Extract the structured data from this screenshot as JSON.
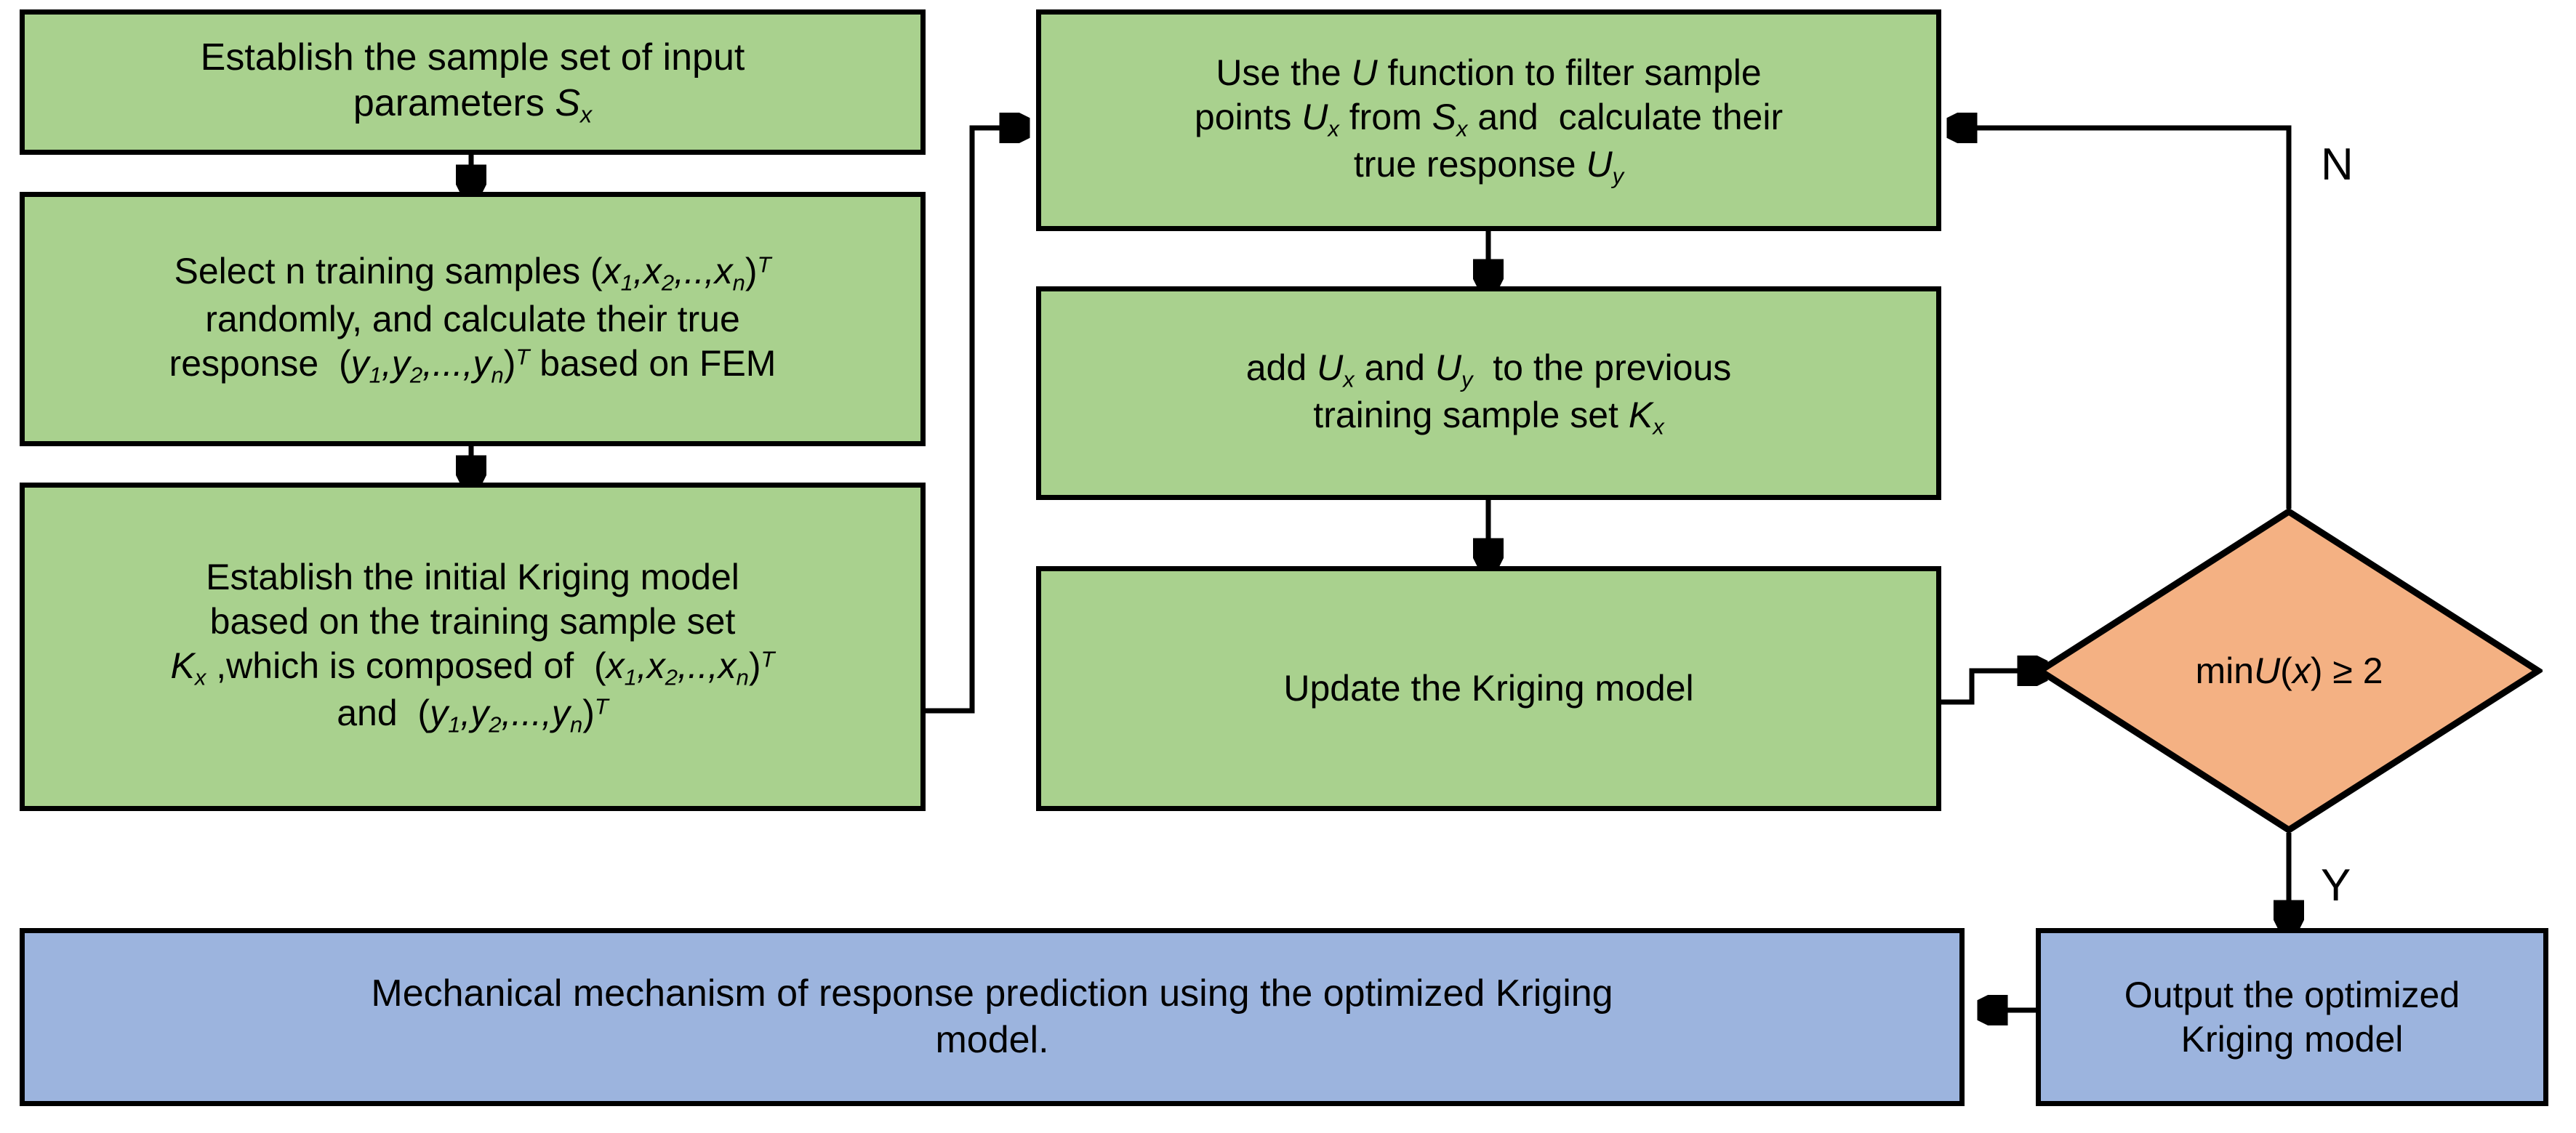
{
  "diagram": {
    "title": "Adaptive Kriging model construction flowchart",
    "colors": {
      "process_fill": "#A9D18E",
      "decision_fill": "#F4B183",
      "terminal_fill": "#9CB4DE",
      "stroke": "#000000",
      "background": "#FFFFFF"
    },
    "nodes": {
      "establish_sample_set": {
        "shape": "process",
        "text": "Establish the sample set of input\nparameters Sx",
        "html": "Establish the sample set of input<br>parameters <span class=\"italic\">S</span><sub>x</sub>"
      },
      "select_training_samples": {
        "shape": "process",
        "text": "Select n training samples (x1,x2,..,xn)T randomly, and calculate their true response  (y1,y2,...,yn)T based on FEM",
        "html": "Select n training samples (<span class=\"italic\">x<sub>1</sub>,x<sub>2</sub>,..,x<sub>n</sub></span>)<sup>T</sup><br>randomly, and calculate their true<br>response &nbsp;(<span class=\"italic\">y<sub>1</sub>,y<sub>2</sub>,...,y<sub>n</sub></span>)<sup>T</sup> based on FEM"
      },
      "establish_initial_kriging": {
        "shape": "process",
        "text": "Establish the initial Kriging model based on the training sample set Kx ,which is composed of  (x1,x2,..,xn)T and  (y1,y2,...,yn)T",
        "html": "Establish the initial Kriging model<br>based on the training sample set<br><span class=\"italic\">K</span><sub>x</sub> ,which is composed of &nbsp;(<span class=\"italic\">x<sub>1</sub>,x<sub>2</sub>,..,x<sub>n</sub></span>)<sup>T</sup><br>and &nbsp;(<span class=\"italic\">y<sub>1</sub>,y<sub>2</sub>,...,y<sub>n</sub></span>)<sup>T</sup>"
      },
      "filter_sample_points": {
        "shape": "process",
        "text": "Use the U function to filter sample points Ux from Sx and  calculate their true response Uy",
        "html": "Use the <span class=\"italic\">U</span> function to filter sample<br>points <span class=\"italic\">U</span><sub>x</sub> from <span class=\"italic\">S</span><sub>x</sub> and &nbsp;calculate their<br>true response <span class=\"italic\">U</span><sub>y</sub>"
      },
      "add_to_training_set": {
        "shape": "process",
        "text": "add Ux and Uy  to the previous training sample set Kx",
        "html": "add <span class=\"italic\">U</span><sub>x</sub> and <span class=\"italic\">U</span><sub>y</sub> &nbsp;to the previous<br>training sample set <span class=\"italic\">K</span><sub>x</sub>"
      },
      "update_kriging": {
        "shape": "process",
        "text": "Update the Kriging model",
        "html": "Update the Kriging model"
      },
      "decision_min_u": {
        "shape": "decision",
        "text": "min U (x) ≥ 2",
        "html": "min <span class=\"italic\">U</span> (<span class=\"italic\">x</span>) ≥ 2"
      },
      "output_optimized_kriging": {
        "shape": "terminal",
        "text": "Output the optimized\nKriging model",
        "html": "Output the optimized<br>Kriging model"
      },
      "mechanical_mechanism": {
        "shape": "terminal",
        "text": "Mechanical mechanism of response prediction using the optimized Kriging model.",
        "html": "Mechanical mechanism of response prediction using the optimized Kriging<br>model."
      }
    },
    "edge_labels": {
      "no": "N",
      "yes": "Y"
    },
    "edges": [
      {
        "from": "establish_sample_set",
        "to": "select_training_samples",
        "label": ""
      },
      {
        "from": "select_training_samples",
        "to": "establish_initial_kriging",
        "label": ""
      },
      {
        "from": "establish_initial_kriging",
        "to": "filter_sample_points",
        "label": ""
      },
      {
        "from": "filter_sample_points",
        "to": "add_to_training_set",
        "label": ""
      },
      {
        "from": "add_to_training_set",
        "to": "update_kriging",
        "label": ""
      },
      {
        "from": "update_kriging",
        "to": "decision_min_u",
        "label": ""
      },
      {
        "from": "decision_min_u",
        "to": "filter_sample_points",
        "label": "N"
      },
      {
        "from": "decision_min_u",
        "to": "output_optimized_kriging",
        "label": "Y"
      },
      {
        "from": "output_optimized_kriging",
        "to": "mechanical_mechanism",
        "label": ""
      }
    ]
  }
}
